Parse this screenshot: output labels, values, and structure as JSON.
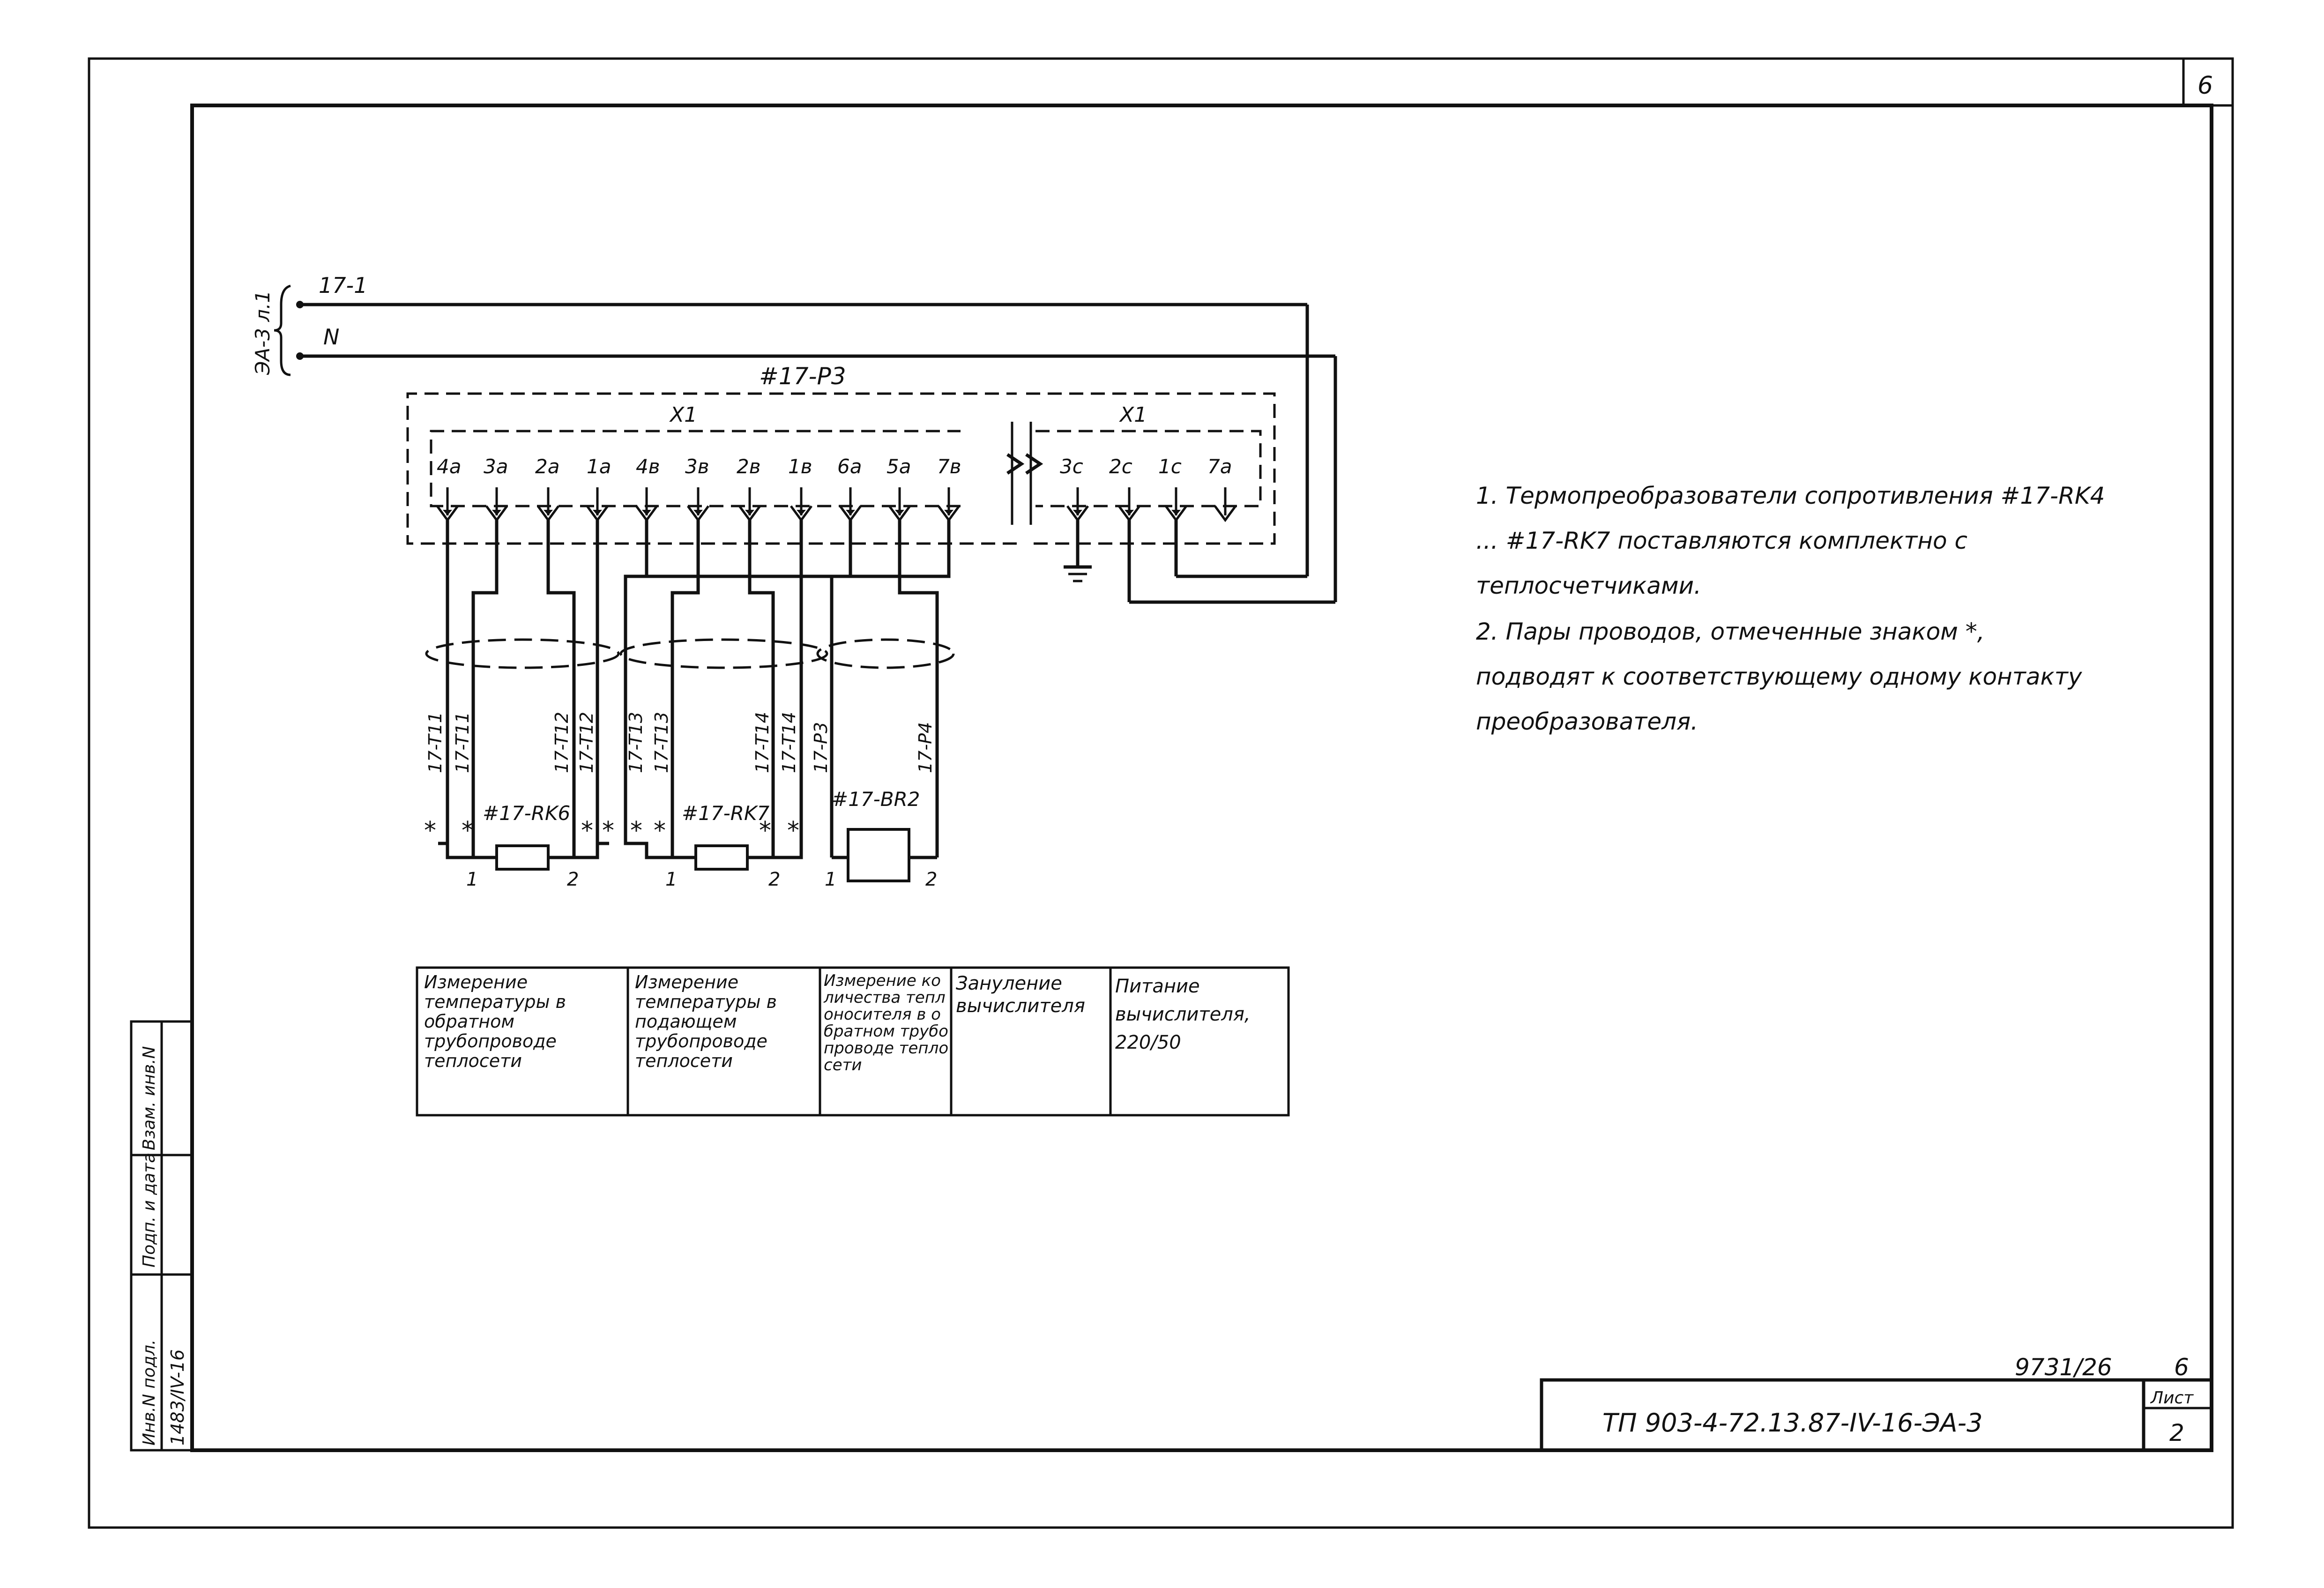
{
  "sheet": {
    "corner_number": "6",
    "archive_number": "9731/26",
    "archive_sheet": "6",
    "designation": "ТП 903-4-72.13.87-IV-16-ЭА-3",
    "sheet_label": "Лист",
    "sheet_number": "2"
  },
  "side_stamp": {
    "headers": [
      "Инв.N подл.",
      "Подп. и дата",
      "Взам. инв.N"
    ],
    "inventory_value": "1483/IV-16"
  },
  "diagram": {
    "supply_ref": "ЭА-3 л.1",
    "line_phase": "17-1",
    "line_neutral": "N",
    "cabinet": "#17-P3",
    "block_left": "X1",
    "block_right": "X1",
    "terminals_left": [
      "4а",
      "3а",
      "2а",
      "1а",
      "4в",
      "3в",
      "2в",
      "1в",
      "6а",
      "5а",
      "7в"
    ],
    "terminals_right": [
      "3с",
      "2с",
      "1с",
      "7а"
    ],
    "wires": [
      "17-T11",
      "17-T11",
      "17-T12",
      "17-T12",
      "17-T13",
      "17-T13",
      "17-T14",
      "17-T14",
      "17-P3",
      "17-P4"
    ],
    "sensors": [
      "#17-RK6",
      "#17-RK7",
      "#17-BR2"
    ],
    "pin_1": "1",
    "pin_2": "2",
    "mark": "*"
  },
  "function_table": {
    "cells": [
      "Измерение температуры в обратном трубопроводе теплосети",
      "Измерение температуры в подающем трубопроводе теплосети",
      "Измерение количества теплоносителя в обратном трубопроводе теплосети",
      "Зануление вычислителя",
      "Питание вычислителя, 220/50"
    ]
  },
  "notes": [
    "1. Термопреобразователи сопротивления #17-RK4 ... #17-RK7 поставляются комплектно с теплосчетчиками.",
    "2. Пары проводов, отмеченные знаком *, подводят к соответствующему одному контакту преобразователя."
  ]
}
